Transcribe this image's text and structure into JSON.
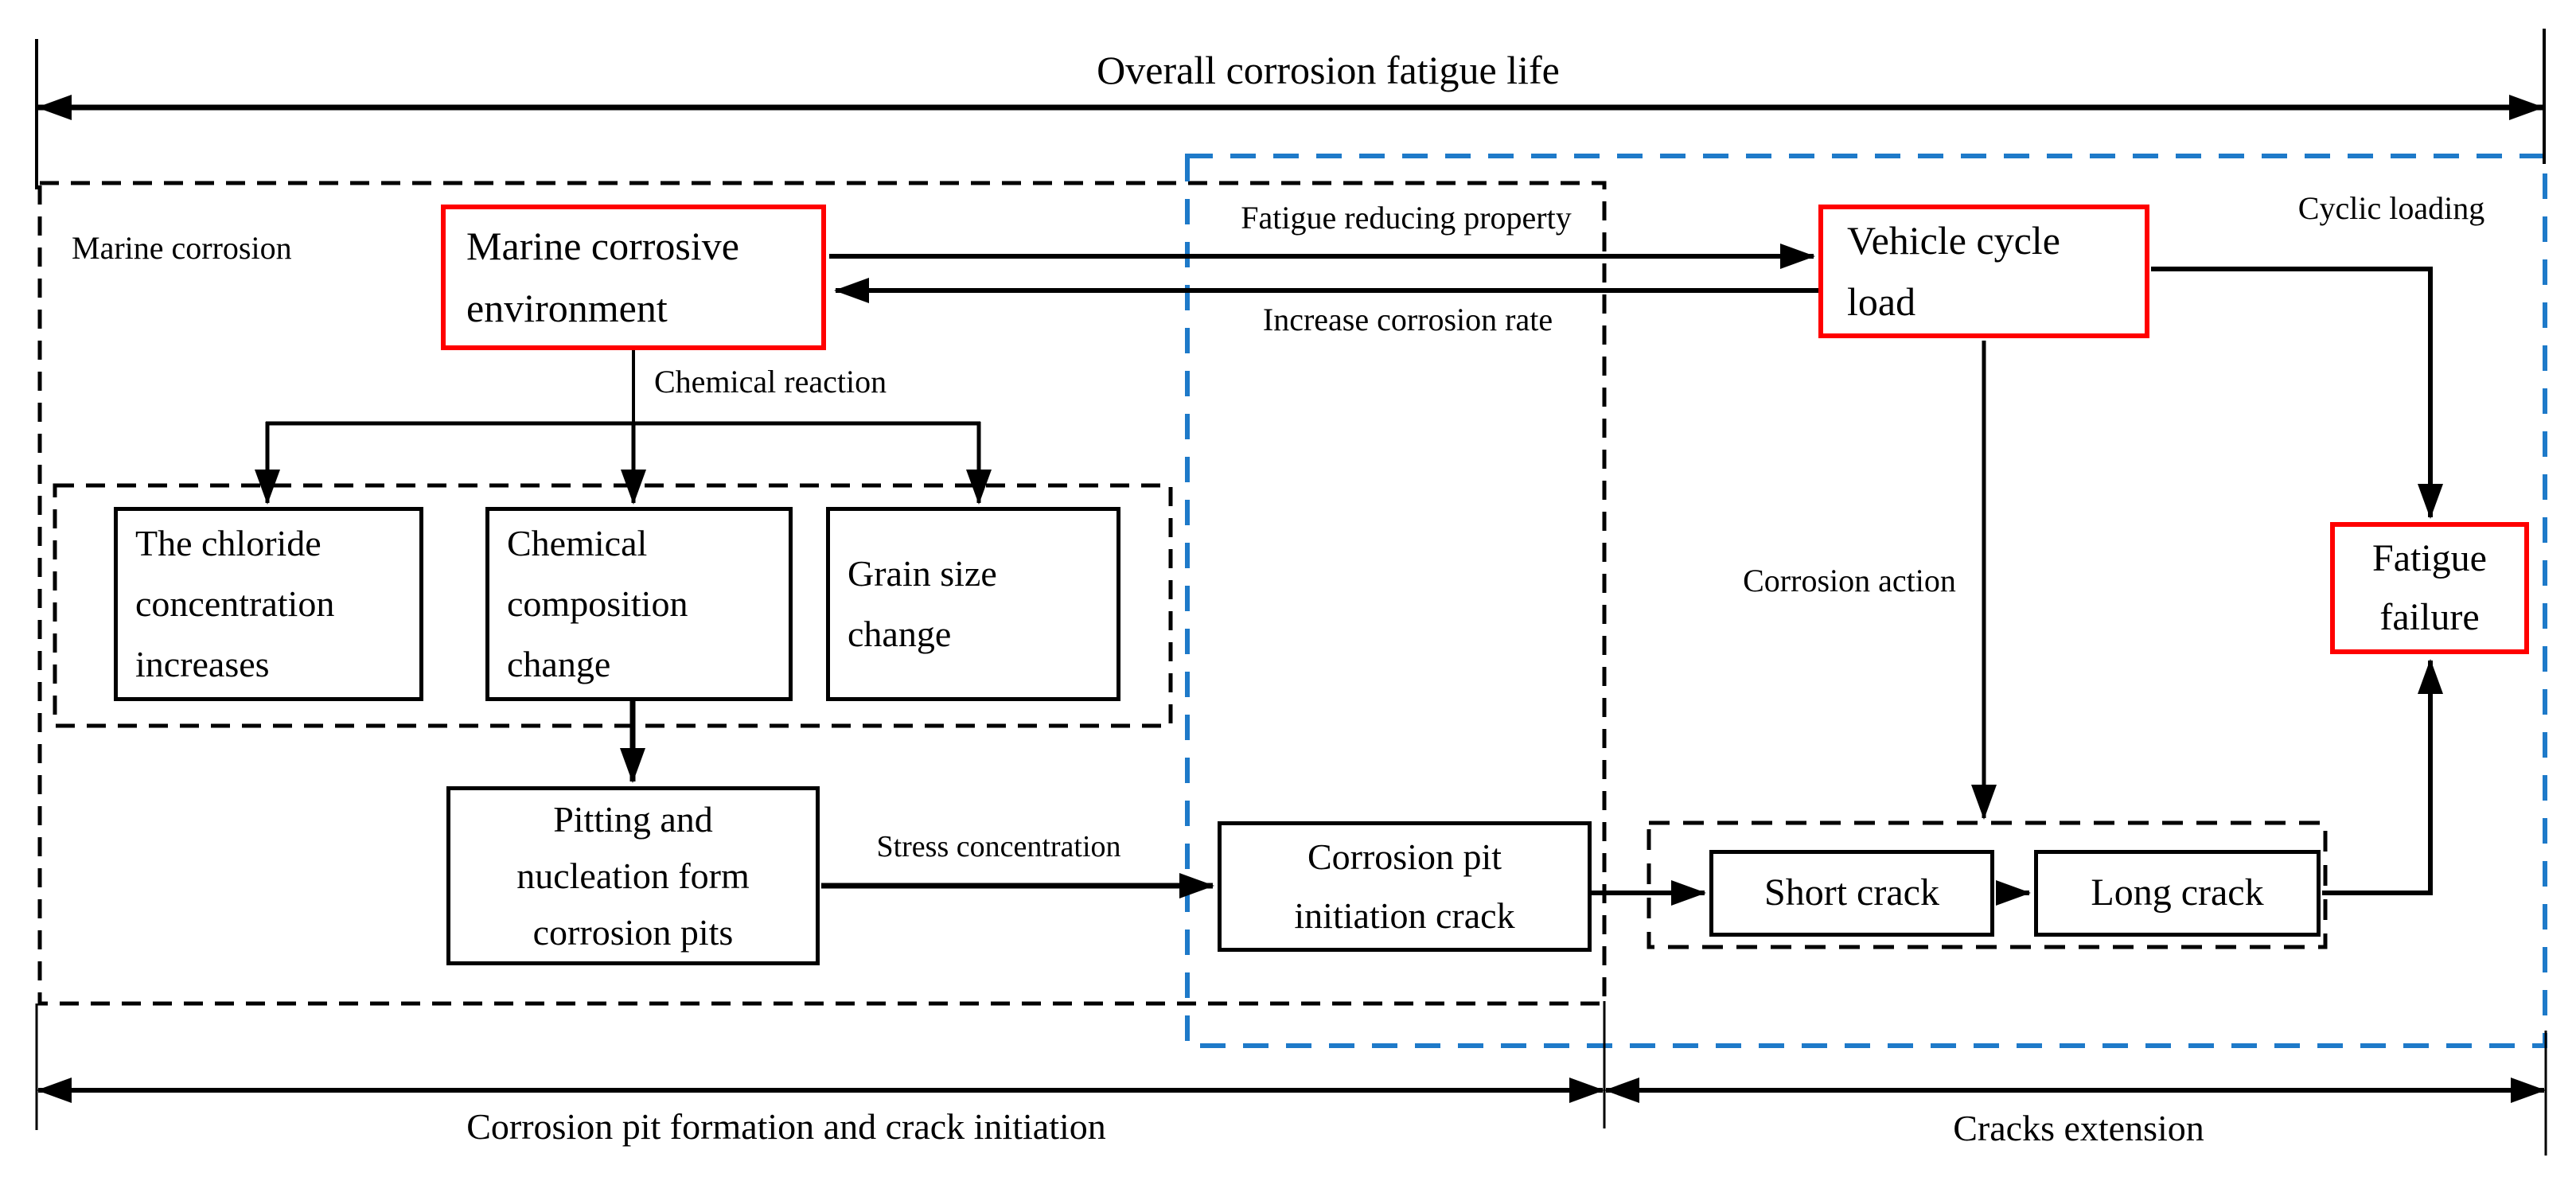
{
  "diagram": {
    "title": "Overall corrosion fatigue life",
    "colors": {
      "highlight_red": "#FF0000",
      "phase_blue": "#1E7AC9",
      "line_black": "#000000"
    },
    "region_labels": {
      "marine_corrosion": "Marine corrosion",
      "cyclic_loading": "Cyclic loading"
    },
    "nodes": {
      "marine_env": {
        "lines": [
          "Marine corrosive",
          "environment"
        ]
      },
      "vehicle_load": {
        "lines": [
          "Vehicle cycle",
          "load"
        ]
      },
      "fatigue_failure": {
        "lines": [
          "Fatigue",
          "failure"
        ]
      },
      "chloride": {
        "lines": [
          "The chloride",
          "concentration",
          "increases"
        ]
      },
      "chem_comp": {
        "lines": [
          "Chemical",
          "composition",
          "change"
        ]
      },
      "grain_size": {
        "lines": [
          "Grain size",
          "change"
        ]
      },
      "pitting": {
        "lines": [
          "Pitting and",
          "nucleation form",
          "corrosion pits"
        ]
      },
      "pit_crack": {
        "lines": [
          "Corrosion pit",
          "initiation crack"
        ]
      },
      "short_crack": {
        "label": "Short crack"
      },
      "long_crack": {
        "label": "Long crack"
      }
    },
    "edge_labels": {
      "fatigue_reducing": "Fatigue reducing property",
      "increase_corrosion": "Increase corrosion rate",
      "chemical_reaction": "Chemical reaction",
      "stress_concentration": "Stress concentration",
      "corrosion_action": "Corrosion action"
    },
    "phase_labels": {
      "left": "Corrosion pit formation and crack initiation",
      "right": "Cracks extension"
    }
  }
}
